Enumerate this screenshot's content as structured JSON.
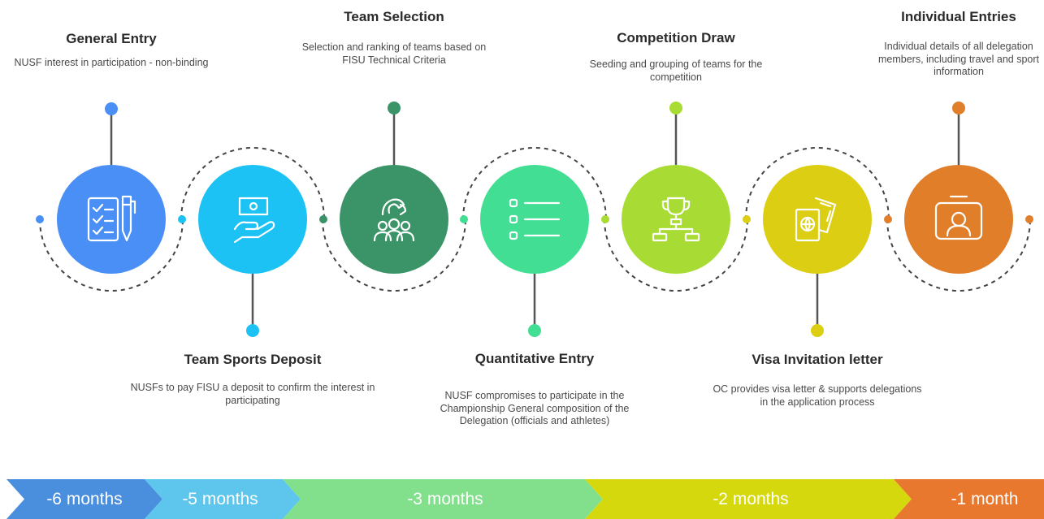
{
  "steps": [
    {
      "title": "General Entry",
      "description": "NUSF interest in participation - non-binding",
      "color": "#4a8ff5",
      "icon": "checklist-pen-icon"
    },
    {
      "title": "Team Sports Deposit",
      "description": "NUSFs to pay FISU a deposit to confirm the interest in participating",
      "color": "#1cc2f4",
      "icon": "money-hand-icon"
    },
    {
      "title": "Team Selection",
      "description": "Selection and ranking of teams based on FISU Technical Criteria",
      "color": "#3a9468",
      "icon": "team-selection-icon"
    },
    {
      "title": "Quantitative Entry",
      "description": "NUSF compromises to participate in the Championship General composition of the Delegation (officials and athletes)",
      "color": "#42de94",
      "icon": "list-icon"
    },
    {
      "title": "Competition Draw",
      "description": "Seeding and grouping of teams for the competition",
      "color": "#a8dc34",
      "icon": "trophy-bracket-icon"
    },
    {
      "title": "Visa Invitation letter",
      "description": "OC provides visa letter & supports delegations in the application process",
      "color": "#dcce12",
      "icon": "passport-ticket-icon"
    },
    {
      "title": "Individual Entries",
      "description": "Individual details of all delegation members, including travel and sport information",
      "color": "#e07e2a",
      "icon": "id-card-icon"
    }
  ],
  "timeline": [
    {
      "label": "-6 months",
      "color": "#4a8fde"
    },
    {
      "label": "-5 months",
      "color": "#5ec6ec"
    },
    {
      "label": "-3 months",
      "color": "#82e08c"
    },
    {
      "label": "-2 months",
      "color": "#d6d80e"
    },
    {
      "label": "-1 month",
      "color": "#e8782e"
    }
  ]
}
